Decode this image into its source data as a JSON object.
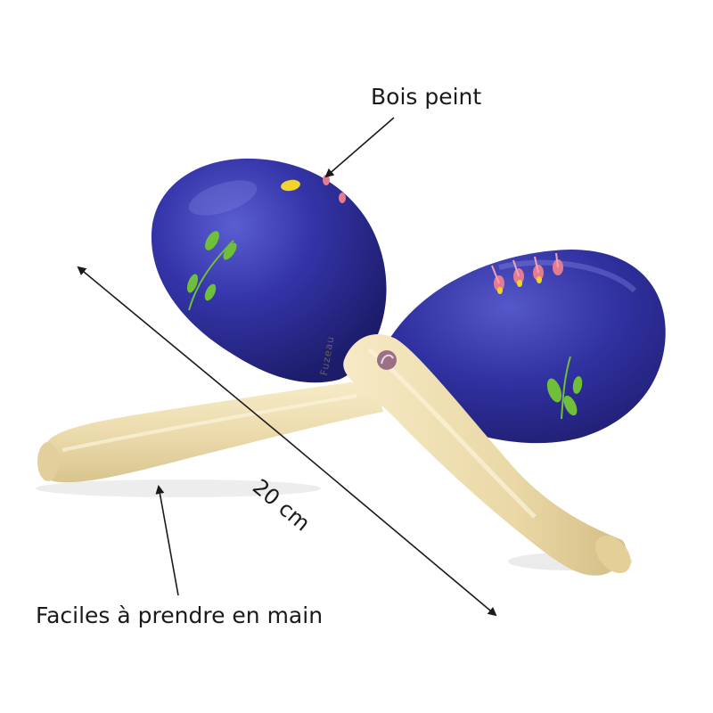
{
  "labels": {
    "material": "Bois peint",
    "grip": "Faciles à prendre en main",
    "length": "20 cm"
  },
  "brand_mark": "Fuzeau",
  "colors": {
    "background": "#ffffff",
    "maraca_blue": "#2f2f9c",
    "wood_handle": "#ecdcae",
    "leaf_green": "#6fbf3a",
    "petal_pink": "#e47b8e",
    "dot_yellow": "#f2d52a",
    "arrow": "#1a1a1a"
  }
}
